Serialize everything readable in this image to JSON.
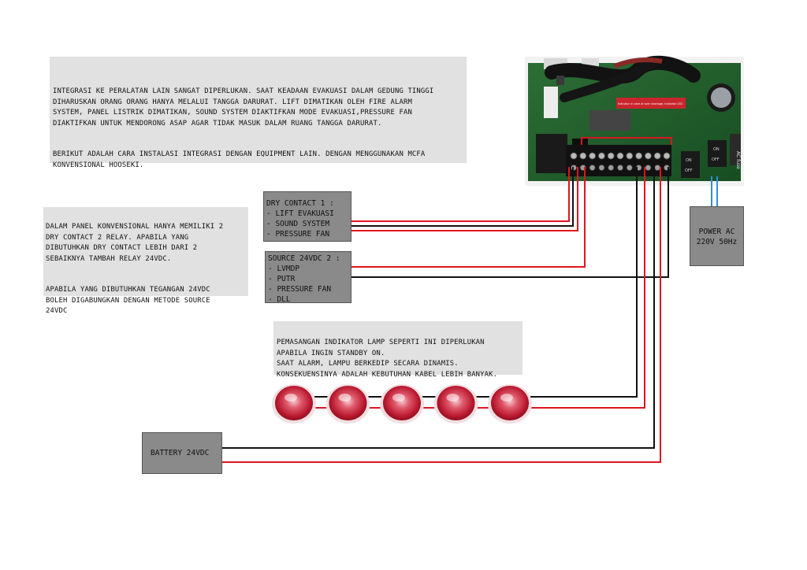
{
  "intro_note": {
    "paragraph_1": "INTEGRASI KE PERALATAN LAIN SANGAT DIPERLUKAN. SAAT KEADAAN EVAKUASI DALAM GEDUNG TINGGI\nDIHARUSKAN ORANG ORANG HANYA MELALUI TANGGA DARURAT. LIFT DIMATIKAN OLEH FIRE ALARM\nSYSTEM, PANEL LISTRIK DIMATIKAN, SOUND SYSTEM DIAKTIFKAN MODE EVAKUASI,PRESSURE FAN\nDIAKTIFKAN UNTUK MENDORONG ASAP AGAR TIDAK MASUK DALAM RUANG TANGGA DARURAT.",
    "paragraph_2": "BERIKUT ADALAH CARA INSTALASI INTEGRASI DENGAN EQUIPMENT LAIN. DENGAN MENGGUNAKAN MCFA\nKONVENSIONAL HOOSEKI."
  },
  "left_note": {
    "paragraph_1": "DALAM PANEL KONVENSIONAL HANYA MEMILIKI 2\nDRY CONTACT 2 RELAY. APABILA YANG\nDIBUTUHKAN DRY CONTACT LEBIH DARI 2\nSEBAIKNYA TAMBAH RELAY 24VDC.",
    "paragraph_2": "APABILA YANG DIBUTUHKAN TEGANGAN 24VDC\nBOLEH DIGABUNGKAN DENGAN METODE SOURCE\n24VDC"
  },
  "indicator_note": {
    "text": "PEMASANGAN  INDIKATOR LAMP SEPERTI INI DIPERLUKAN\nAPABILA INGIN STANDBY ON.\nSAAT ALARM, LAMPU BERKEDIP SECARA DINAMIS.\nKONSEKUENSINYA ADALAH KEBUTUHAN KABEL LEBIH BANYAK."
  },
  "dry_contact_box": {
    "lines": [
      "DRY CONTACT 1 :",
      "- LIFT EVAKUASI",
      "- SOUND SYSTEM",
      "- PRESSURE FAN"
    ]
  },
  "source_box": {
    "lines": [
      "SOURCE 24VDC 2 :",
      "- LVMDP",
      "- PUTR",
      "- PRESSURE FAN",
      "- DLL"
    ]
  },
  "power_box": {
    "lines": [
      "POWER AC",
      "220V 50Hz"
    ]
  },
  "battery_box": {
    "label": "BATTERY 24VDC"
  },
  "pcb": {
    "red_label": "Indicator in case of over shortage, Indicator LED",
    "switch_on_label": "ON",
    "switch_off_label": "OFF",
    "fuse_label": "AC fuse",
    "terminal_count": 11
  },
  "indicator_lamp_count": 5,
  "colors": {
    "note_bg": "#e1e1e1",
    "box_bg": "#8a8a8a",
    "wire_red": "#e0141e",
    "wire_black": "#111111",
    "wire_blue": "#2f8fe0",
    "pcb_green": "#1f5a2c",
    "lamp_red": "#c9283c"
  }
}
